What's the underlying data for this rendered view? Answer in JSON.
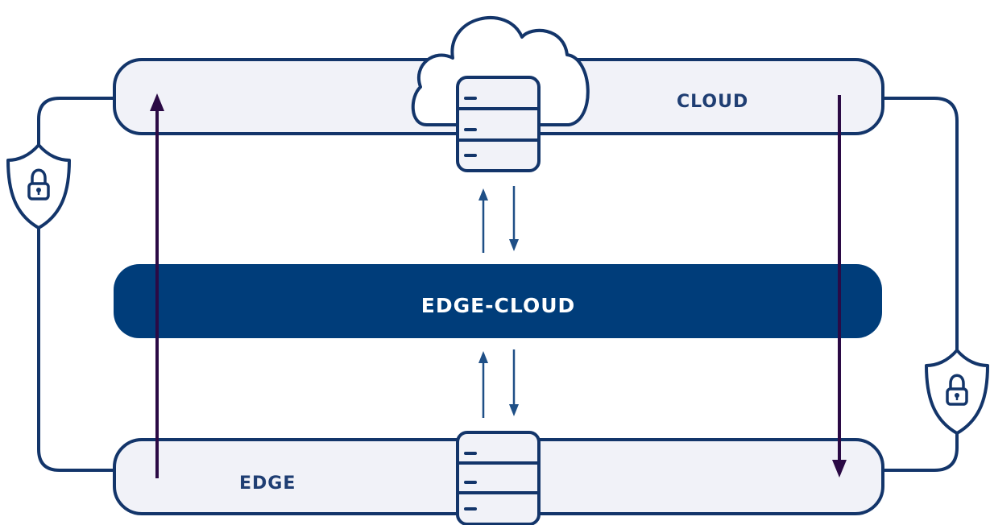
{
  "labels": {
    "cloud": "CLOUD",
    "edge_cloud": "EDGE-CLOUD",
    "edge": "EDGE"
  },
  "icons": {
    "cloud": "cloud-icon",
    "server_top": "server-rack-icon",
    "server_bottom": "server-rack-icon",
    "shield_left": "shield-lock-icon",
    "shield_right": "shield-lock-icon"
  },
  "colors": {
    "bar_fill": "#f1f2f8",
    "outline": "#13356a",
    "middle_bar": "#003d7a",
    "long_arrow": "#2b0a45",
    "short_arrow": "#1f4f86",
    "label_text": "#1f3e73"
  }
}
